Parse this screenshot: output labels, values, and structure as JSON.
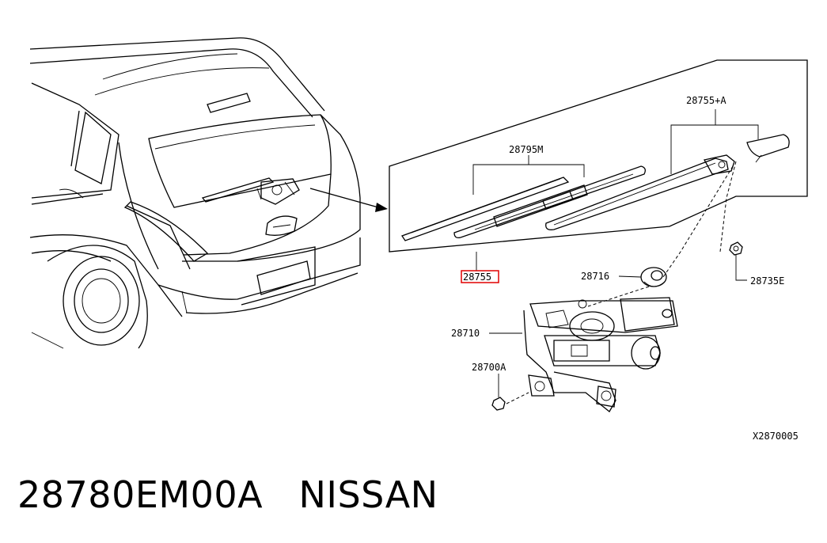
{
  "callouts": {
    "arm_assy": "28755+A",
    "blade_refill": "28795M",
    "blade_assy": "28755",
    "pivot_cap": "28716",
    "nut": "28735E",
    "motor": "28710",
    "bolt": "28700A"
  },
  "diagram_code": "X2870005",
  "caption": {
    "part_number": "28780EM00A",
    "brand": "NISSAN"
  },
  "colors": {
    "line": "#000000",
    "highlight": "#e00000"
  }
}
